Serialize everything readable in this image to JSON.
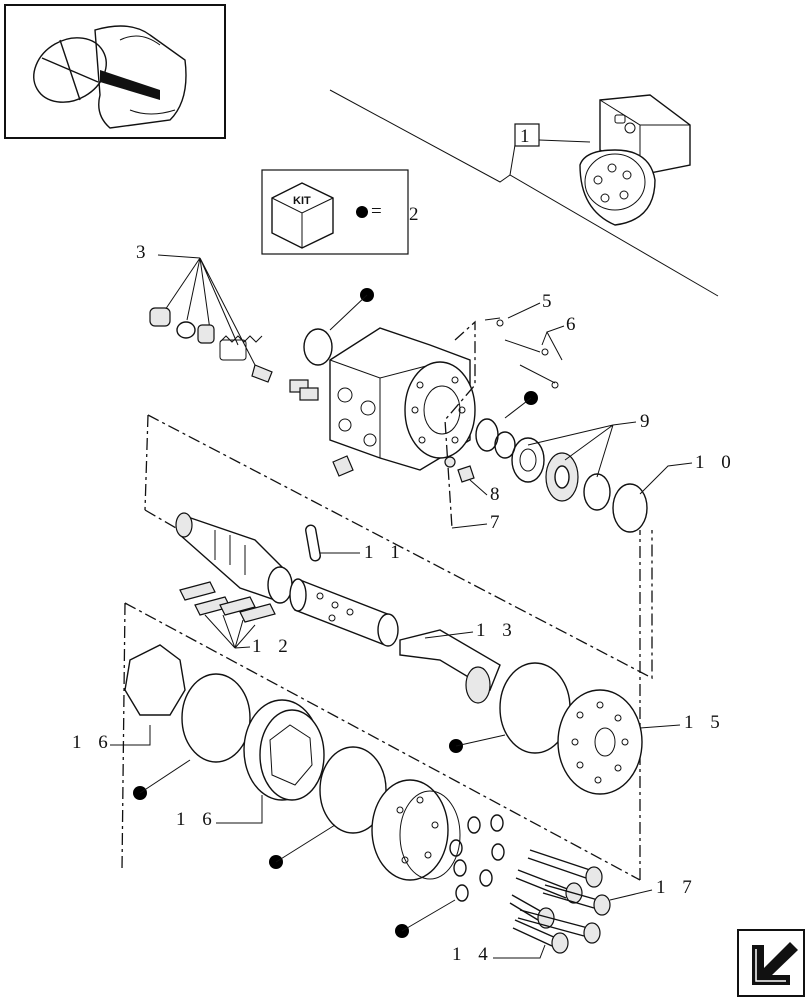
{
  "kit_box": {
    "kit_text": "KIT",
    "equals": "=",
    "ref": "2"
  },
  "callouts": {
    "c1": "1",
    "c3": "3",
    "c5": "5",
    "c6": "6",
    "c7": "7",
    "c8": "8",
    "c9": "9",
    "c10": "1 0",
    "c11": "1 1",
    "c12": "1 2",
    "c13": "1 3",
    "c14": "1 4",
    "c15": "1 5",
    "c16a": "1 6",
    "c16b": "1 6",
    "c17": "1 7"
  },
  "icons": [
    "steering-wheel-thumbnail-icon",
    "kit-box-icon",
    "kit-dot-icon",
    "nav-arrow-icon"
  ],
  "colors": {
    "line": "#111111",
    "background": "#ffffff"
  }
}
